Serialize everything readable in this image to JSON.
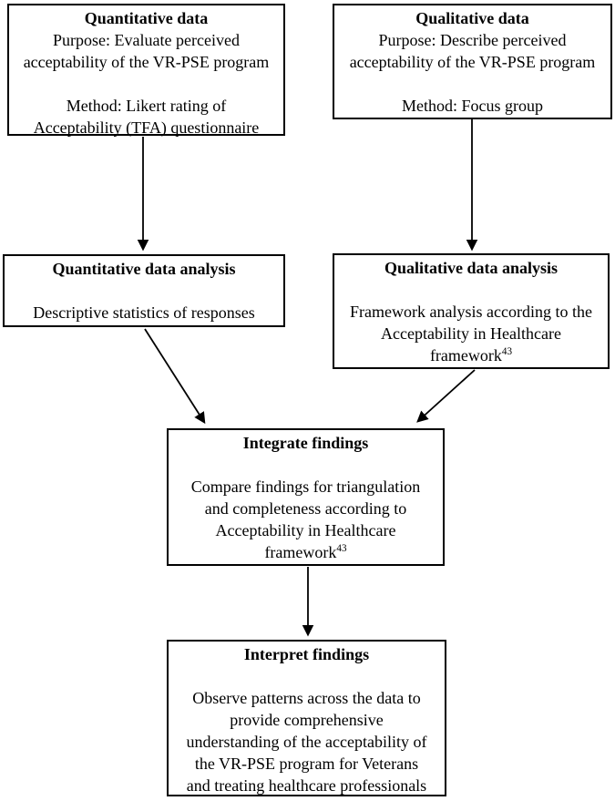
{
  "figure": {
    "background_color": "#ffffff",
    "line_color": "#000000",
    "text_color": "#000000"
  },
  "boxes": {
    "quantitative_data": {
      "title": "Quantitative data",
      "lines": [
        "Purpose: Evaluate perceived",
        "acceptability of the VR-PSE program",
        "",
        "Method: Likert rating of",
        "Acceptability (TFA) questionnaire"
      ]
    },
    "qualitative_data": {
      "title": "Qualitative data",
      "lines": [
        "Purpose: Describe perceived",
        "acceptability of the VR-PSE program",
        "",
        "Method: Focus group"
      ]
    },
    "quantitative_analysis": {
      "title": "Quantitative data analysis",
      "lines": [
        "",
        "Descriptive statistics of responses"
      ]
    },
    "qualitative_analysis": {
      "title": "Qualitative data analysis",
      "lines": [
        "",
        "Framework analysis according to the",
        "Acceptability in Healthcare",
        {
          "text": "framework",
          "sup": "43"
        }
      ]
    },
    "integrate_findings": {
      "title": "Integrate findings",
      "lines": [
        "",
        "Compare findings for triangulation",
        "and completeness according to",
        "Acceptability in Healthcare",
        {
          "text": "framework",
          "sup": "43"
        }
      ]
    },
    "interpret_findings": {
      "title": "Interpret findings",
      "lines": [
        "",
        "Observe patterns across the data to",
        "provide comprehensive",
        "understanding of the acceptability of",
        "the VR-PSE program for Veterans",
        "and treating healthcare professionals"
      ]
    }
  }
}
